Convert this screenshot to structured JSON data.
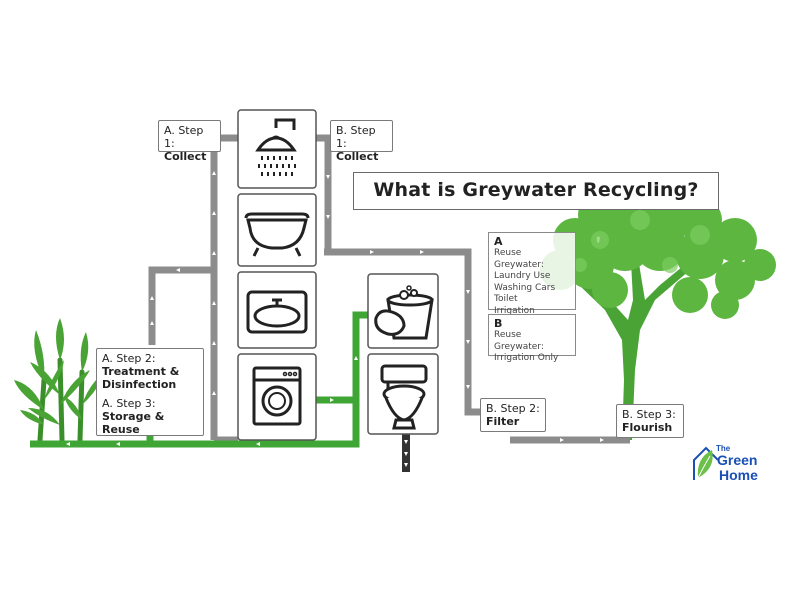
{
  "title": "What is Greywater Recycling?",
  "labels": {
    "a_step1": {
      "line1": "A. Step 1:",
      "line2": "Collect"
    },
    "b_step1": {
      "line1": "B. Step 1:",
      "line2": "Collect"
    },
    "a_step2": {
      "line1": "A. Step 2:",
      "line2": "Treatment & Disinfection"
    },
    "a_step3": {
      "line1": "A. Step 3:",
      "line2": "Storage & Reuse"
    },
    "b_step2": {
      "line1": "B. Step 2:",
      "line2": "Filter"
    },
    "b_step3": {
      "line1": "B. Step 3:",
      "line2": "Flourish"
    }
  },
  "reuse": {
    "a": {
      "letter": "A",
      "items": [
        "Reuse Greywater:",
        "Laundry Use",
        "Washing Cars",
        "Toilet",
        "Irrigation"
      ]
    },
    "b": {
      "letter": "B",
      "items": [
        "Reuse Greywater:",
        "Irrigation Only"
      ]
    }
  },
  "logo": {
    "the": "The",
    "green": "Green",
    "home": "Home"
  },
  "fixtures": [
    "shower-icon",
    "bathtub-icon",
    "sink-icon",
    "washing-machine-icon",
    "bucket-sponge-icon",
    "toilet-icon"
  ],
  "colors": {
    "pipe_grey": "#8c8c8c",
    "pipe_green": "#3fa636",
    "plant_green": "#3f9a2f",
    "tree_green": "#56b03c",
    "logo_blue": "#1a4fb4"
  }
}
